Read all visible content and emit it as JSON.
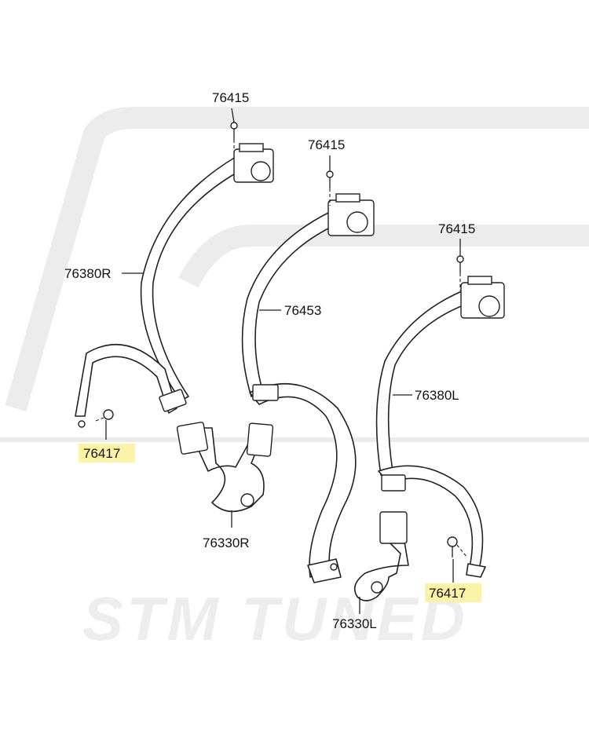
{
  "watermark": {
    "text": "STM TUNED"
  },
  "labels": {
    "retractor_bolt_1": "76415",
    "retractor_bolt_2": "76415",
    "retractor_bolt_3": "76415",
    "belt_right": "76380R",
    "belt_center": "76453",
    "belt_left": "76380L",
    "buckle_right": "76330R",
    "buckle_left": "76330L",
    "anchor_bolt_left": "76417",
    "anchor_bolt_right": "76417"
  },
  "colors": {
    "highlight": "#fbf3a6",
    "ink": "#222222",
    "watermark": "#ececec"
  }
}
